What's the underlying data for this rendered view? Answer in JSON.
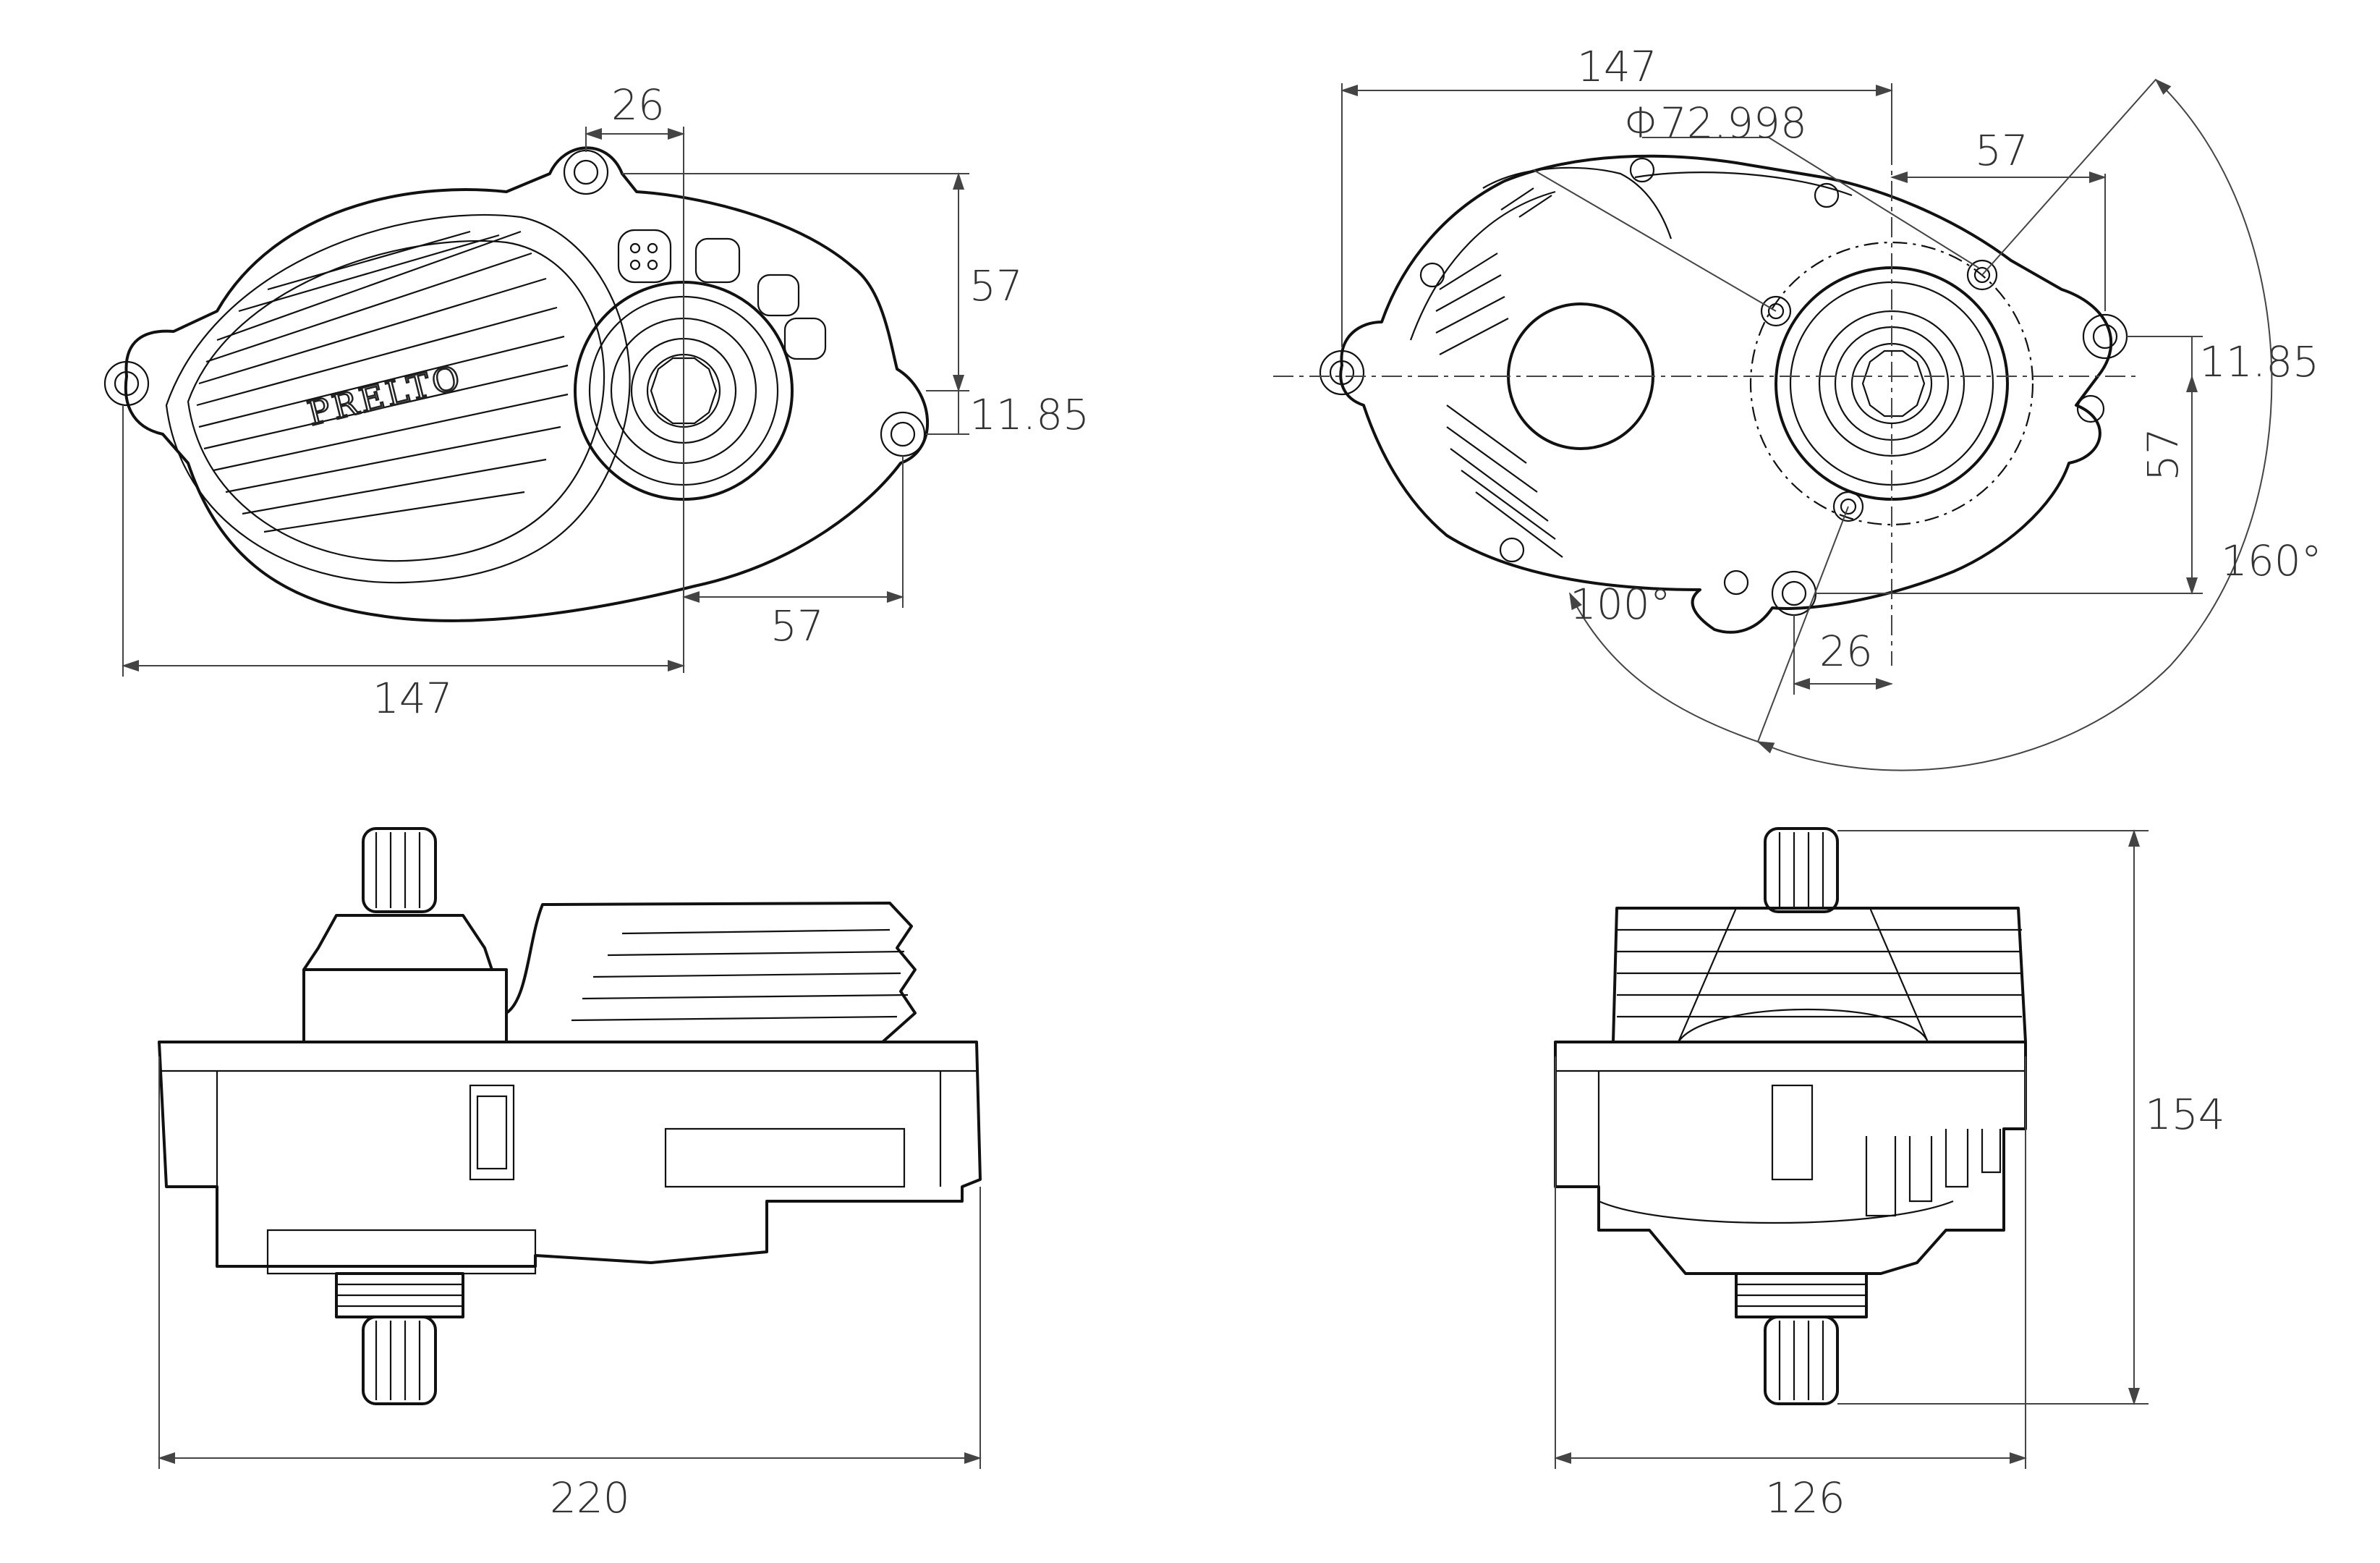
{
  "views": {
    "top_left": {
      "logo": "PRELTO",
      "dims": {
        "top_offset": "26",
        "right_height": "57",
        "right_offset": "11.85",
        "bottom_offset": "57",
        "overall_width": "147"
      }
    },
    "top_right": {
      "dims": {
        "overall_width": "147",
        "diameter": "Φ72.998",
        "top_offset": "57",
        "right_offset": "11.85",
        "right_height": "57",
        "bottom_offset": "26",
        "angle_small": "100°",
        "angle_large": "160°"
      }
    },
    "bottom_left": {
      "dims": {
        "overall_width": "220"
      }
    },
    "bottom_right": {
      "dims": {
        "overall_width": "126",
        "overall_height": "154"
      }
    }
  },
  "colors": {
    "line": "#111111",
    "dimension": "#444444",
    "text": "#333333",
    "background": "#ffffff"
  }
}
